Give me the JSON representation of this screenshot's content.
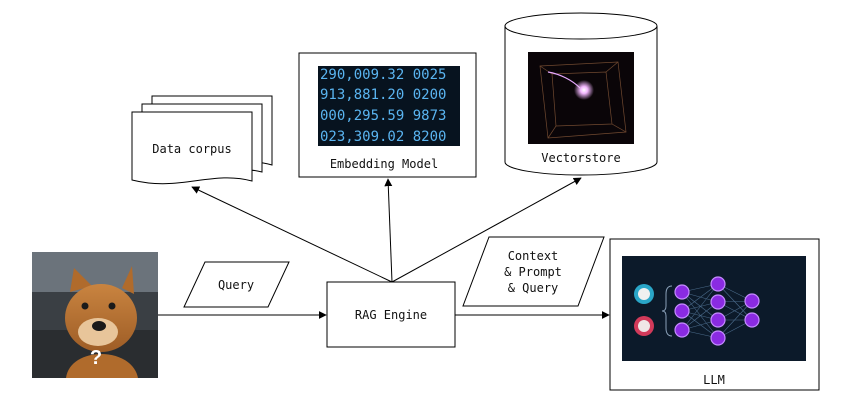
{
  "diagram": {
    "nodes": {
      "data_corpus": {
        "label": "Data corpus"
      },
      "embedding_model": {
        "label": "Embedding Model",
        "screen_lines": [
          "290,009.32 0025",
          "913,881.20 0200",
          "000,295.59 9873",
          "023,309.02 8200"
        ]
      },
      "vectorstore": {
        "label": "Vectorstore"
      },
      "rag_engine": {
        "label": "RAG Engine"
      },
      "query": {
        "label": "Query"
      },
      "context": {
        "lines": [
          "Context",
          "& Prompt",
          "& Query"
        ]
      },
      "llm": {
        "label": "LLM"
      },
      "user": {
        "badge": "?"
      }
    },
    "colors": {
      "stroke": "#000000",
      "screen_bg": "#07131f",
      "screen_text": "#5ab4f0",
      "nn_bg": "#0c1a2a",
      "neuron": "#8a2be2"
    }
  }
}
